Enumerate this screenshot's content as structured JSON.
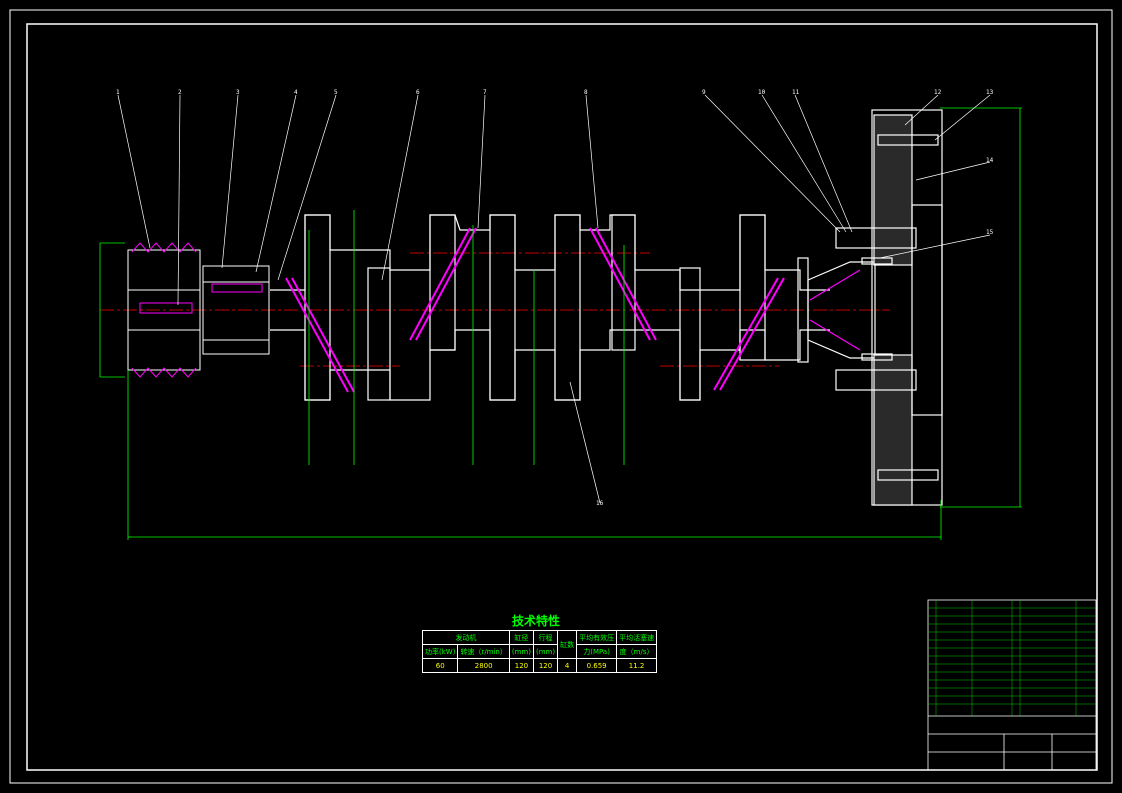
{
  "drawing": {
    "type": "cad-assembly-drawing",
    "subject": "crankshaft assembly",
    "balloon_labels": [
      "1",
      "2",
      "3",
      "4",
      "5",
      "6",
      "7",
      "8",
      "9",
      "10",
      "11",
      "12",
      "13",
      "14",
      "15",
      "16"
    ],
    "colors": {
      "background": "#000000",
      "outline": "#ffffff",
      "dimension": "#00ff00",
      "centerline": "#ff0000",
      "hatch": "#ff00ff",
      "leader": "#ffffff"
    }
  },
  "spec_table": {
    "title": "技术特性",
    "header_row1": [
      "发动机",
      "缸径",
      "行程",
      "缸数",
      "平均有效压",
      "平均活塞速"
    ],
    "header_row2": [
      "功率(kW)",
      "转速（r/min）",
      "(mm)",
      "(mm)",
      "力(MPa)",
      "度（m/s）"
    ],
    "values": [
      "60",
      "2800",
      "120",
      "120",
      "4",
      "0.659",
      "11.2"
    ]
  },
  "title_block": {
    "drawing_no": "",
    "name": ""
  }
}
